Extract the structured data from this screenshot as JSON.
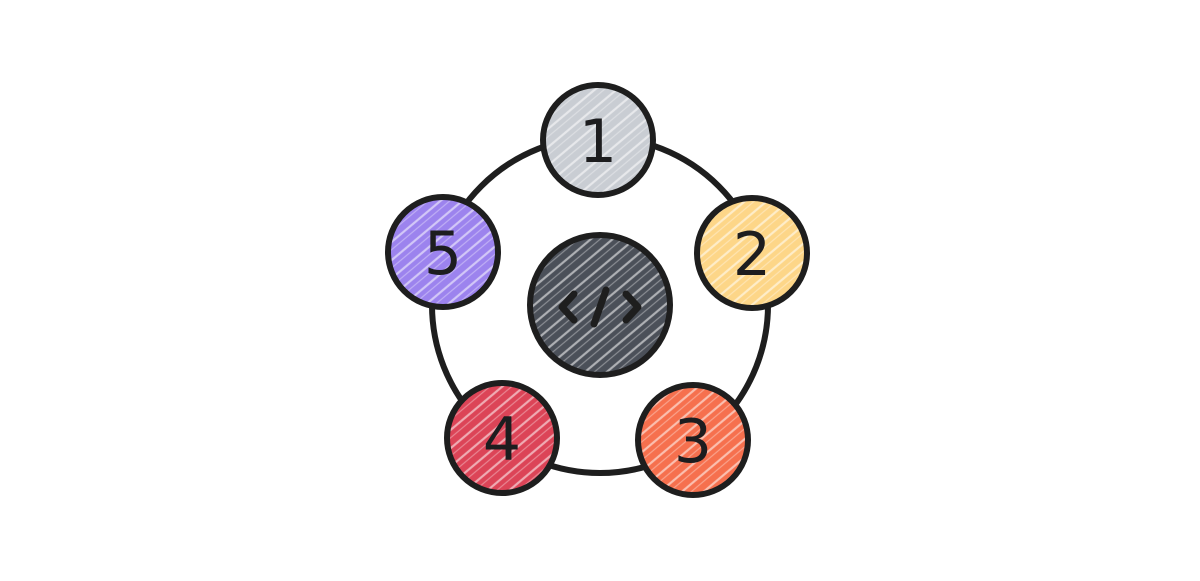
{
  "diagram": {
    "center": {
      "icon": "code-brackets-icon",
      "color": "#4b5059"
    },
    "nodes": [
      {
        "label": "1",
        "color": "#c9cdd3"
      },
      {
        "label": "2",
        "color": "#fdd688"
      },
      {
        "label": "3",
        "color": "#f6704e"
      },
      {
        "label": "4",
        "color": "#dc4457"
      },
      {
        "label": "5",
        "color": "#9c83ee"
      }
    ],
    "stroke_color": "#1e1e1e"
  }
}
